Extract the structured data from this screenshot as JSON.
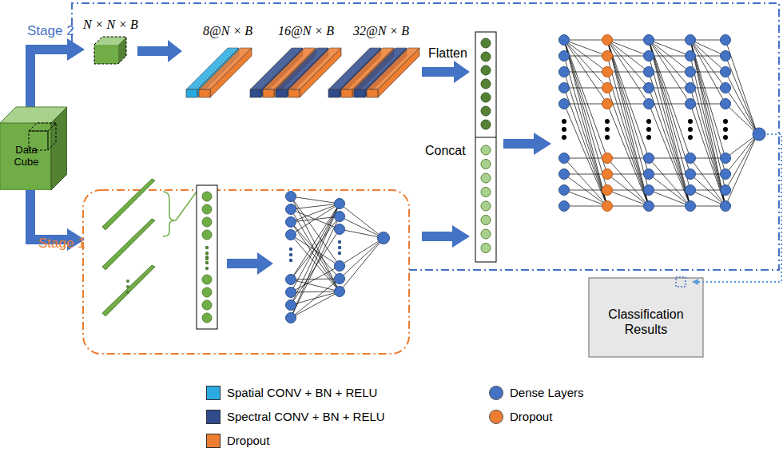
{
  "diagram": {
    "nodes": [
      {
        "text": [
          "Data Cube"
        ]
      },
      {
        "text": [
          "Classification Results"
        ]
      }
    ],
    "labels": [
      "Stage 2",
      "Stage 1",
      "N × N × B",
      "8@N × B",
      "16@N × B",
      "32@N × B",
      "Flatten",
      "Concat"
    ],
    "legend": [
      {
        "text": "Spatial CONV + BN + RELU",
        "color": "#29abe2"
      },
      {
        "text": "Spectral CONV + BN + RELU",
        "color": "#2f4b8c"
      },
      {
        "text": "Dropout",
        "color": "#ed7d31"
      },
      {
        "text": "Dense Layers",
        "color": "#4472c4"
      },
      {
        "text": "Dropout",
        "color": "#ed7d31"
      }
    ]
  }
}
